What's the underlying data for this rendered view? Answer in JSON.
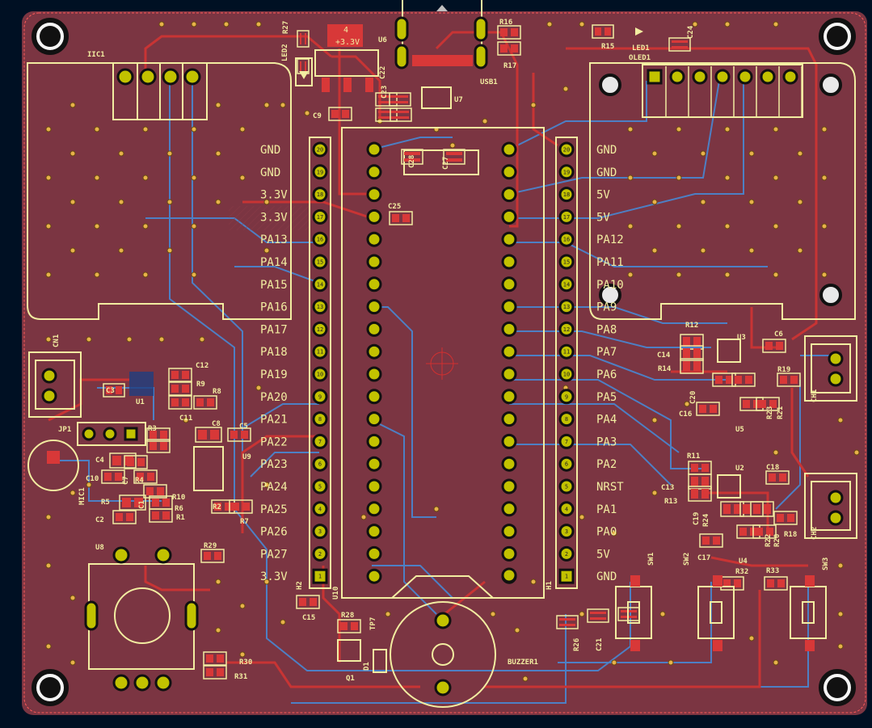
{
  "colors": {
    "background": "#001023",
    "board": "#7b3542",
    "copper_front": "#c83434",
    "copper_back": "#4d7fc4",
    "silkscreen": "#f2eda1",
    "pad_gold": "#c2c200",
    "via": "#e8b24a",
    "hole": "#1a1a1a",
    "smd_pad": "#d83838"
  },
  "left_header_labels": [
    "GND",
    "GND",
    "3.3V",
    "3.3V",
    "PA13",
    "PA14",
    "PA15",
    "PA16",
    "PA17",
    "PA18",
    "PA19",
    "PA20",
    "PA21",
    "PA22",
    "PA23",
    "PA24",
    "PA25",
    "PA26",
    "PA27",
    "3.3V"
  ],
  "right_header_labels": [
    "GND",
    "GND",
    "5V",
    "5V",
    "PA12",
    "PA11",
    "PA10",
    "PA9",
    "PA8",
    "PA7",
    "PA6",
    "PA5",
    "PA4",
    "PA3",
    "PA2",
    "NRST",
    "PA1",
    "PA0",
    "5V",
    "GND"
  ],
  "pin_numbers": [
    "20",
    "19",
    "18",
    "17",
    "16",
    "15",
    "14",
    "13",
    "12",
    "11",
    "10",
    "9",
    "8",
    "7",
    "6",
    "5",
    "4",
    "3",
    "2",
    "1"
  ],
  "references": {
    "IIC1": "IIC1",
    "OLED1": "OLED1",
    "USB1": "USB1",
    "U6": "U6",
    "U7": "U7",
    "LED2": "LED2",
    "R27": "R27",
    "C22": "C22",
    "C23": "C23",
    "C9": "C9",
    "R16": "R16",
    "R17": "R17",
    "R15": "R15",
    "LED1": "LED1",
    "C24": "C24",
    "C28": "C28",
    "C27": "C27",
    "C25": "C25",
    "H2": "H2",
    "H1": "H1",
    "U10": "U10",
    "CN1": "CN1",
    "JP1": "JP1",
    "U1": "U1",
    "C3": "C3",
    "C12": "C12",
    "R9": "R9",
    "R8": "R8",
    "C11": "C11",
    "R3": "R3",
    "C8": "C8",
    "C5": "C5",
    "U9": "U9",
    "C4": "C4",
    "C10": "C10",
    "C7": "C7",
    "R5": "R5",
    "R4": "R4",
    "R10": "R10",
    "R6": "R6",
    "R1": "R1",
    "R2": "R2",
    "R7": "R7",
    "C2": "C2",
    "C1": "C1",
    "MIC1": "MIC1",
    "U8": "U8",
    "R29": "R29",
    "R30": "R30",
    "R31": "R31",
    "C15": "C15",
    "R28": "R28",
    "TP7": "TP7",
    "Q1": "Q1",
    "D1": "D1",
    "BUZZER1": "BUZZER1",
    "R26": "R26",
    "C21": "C21",
    "R12": "R12",
    "U3": "U3",
    "C6": "C6",
    "C14": "C14",
    "R14": "R14",
    "R19": "R19",
    "C20": "C20",
    "C16": "C16",
    "U5": "U5",
    "R23": "R23",
    "R21": "R21",
    "CH1": "CH1",
    "R11": "R11",
    "U2": "U2",
    "C18": "C18",
    "C13": "C13",
    "R13": "R13",
    "C19": "C19",
    "R24": "R24",
    "R18": "R18",
    "R22": "R22",
    "R20": "R20",
    "U4": "U4",
    "C17": "C17",
    "CH2": "CH2",
    "SW1": "SW1",
    "SW2": "SW2",
    "SW3": "SW3",
    "R32": "R32",
    "R33": "R33"
  },
  "regulator_marking": "+3.3V",
  "regulator_pin": "4"
}
